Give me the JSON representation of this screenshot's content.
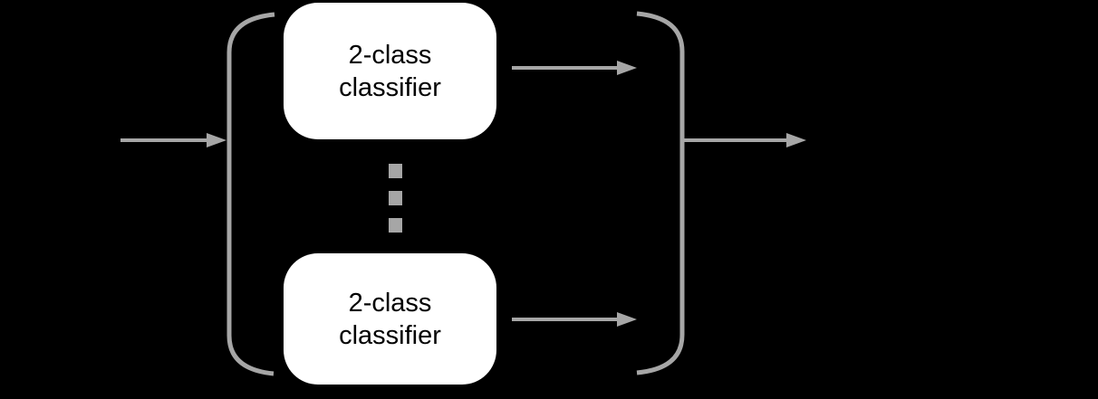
{
  "diagram": {
    "title": "one-vs-one multi-class classification ensemble",
    "colors": {
      "background": "#000000",
      "stroke": "#a6a6a6",
      "box_fill": "#ffffff",
      "box_text": "#000000"
    },
    "classifiers": [
      {
        "label": "2-class\nclassifier"
      },
      {
        "label": "2-class\nclassifier"
      }
    ],
    "ellipsis_dash_count": 3
  }
}
